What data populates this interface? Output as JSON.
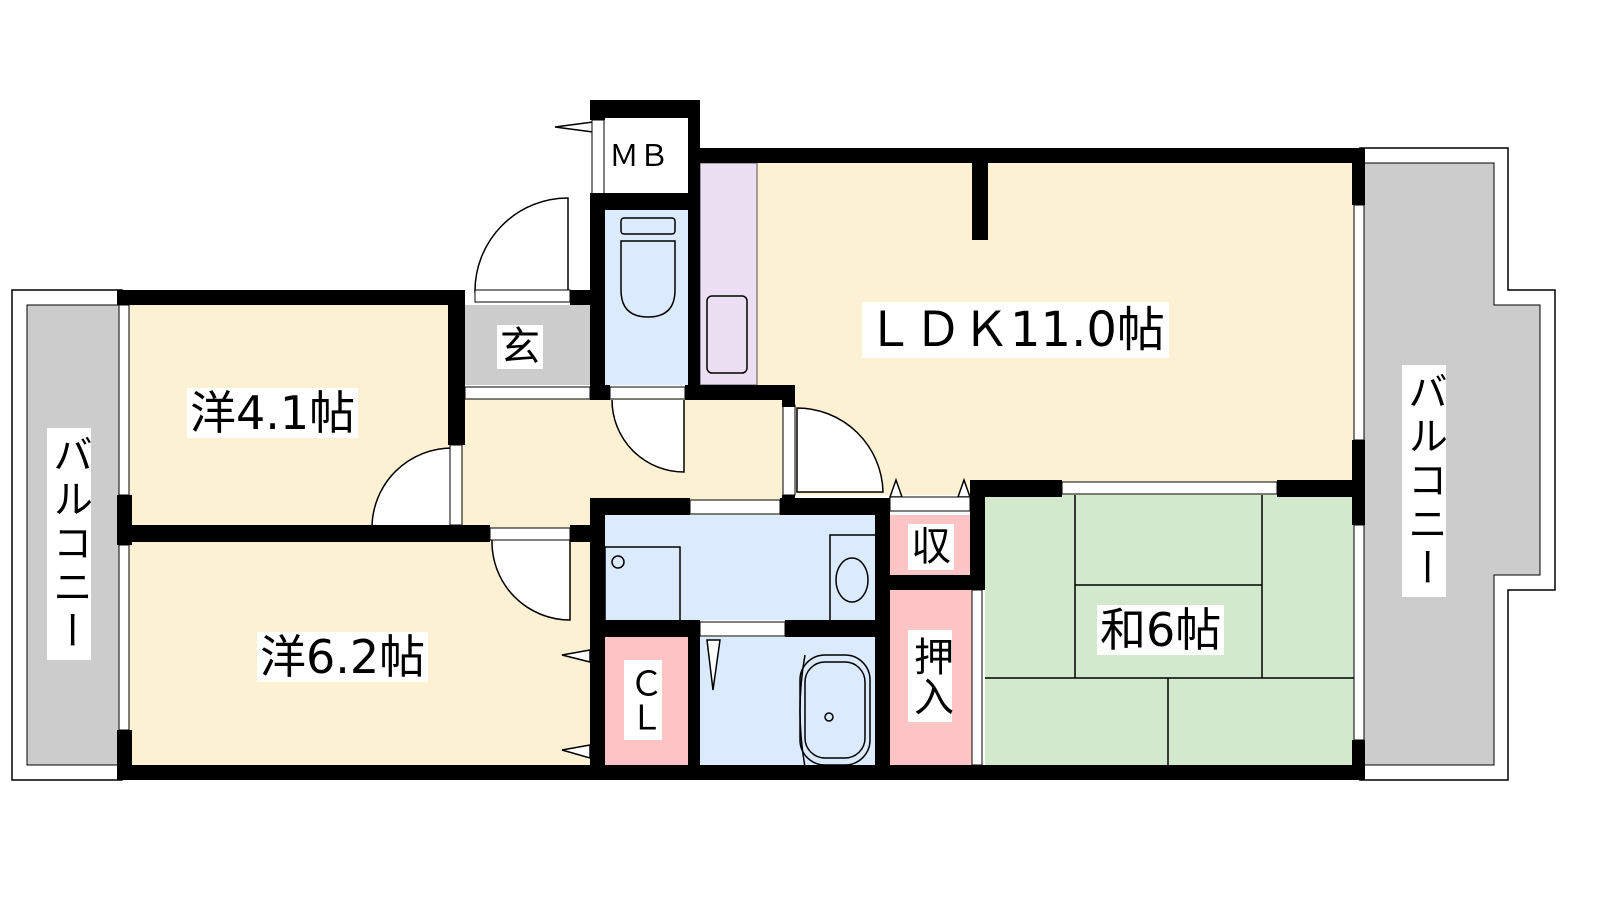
{
  "rooms": {
    "ldk": "ＬＤＫ11.0帖",
    "western_small": "洋4.1帖",
    "western_large": "洋6.2帖",
    "japanese": "和6帖",
    "entrance": "玄",
    "meter_box": "ＭＢ",
    "closet": "ＣＬ",
    "storage": "収",
    "oshiire": "押入",
    "balcony_left": "バルコニー",
    "balcony_right": "バルコニー"
  },
  "colors": {
    "western": "#fdf1d3",
    "wet": "#dbeafc",
    "storage": "#fcc4c4",
    "japanese": "#d3e9cd",
    "kitchen": "#ecdff4",
    "balcony": "#cccccc",
    "wall": "#000000"
  }
}
